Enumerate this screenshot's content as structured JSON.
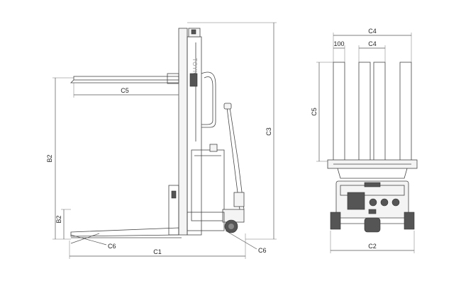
{
  "diagram": {
    "brand": "TOYICA",
    "side_view": {
      "labels": {
        "b2_top": "B2",
        "b2_bottom": "B2",
        "c5": "C5",
        "c3": "C3",
        "c1": "C1",
        "c6_left": "C6",
        "c6_right": "C6"
      }
    },
    "front_view": {
      "labels": {
        "c4_top": "C4",
        "c4_mid": "C4",
        "w100": "100",
        "c5": "C5",
        "c2": "C2"
      }
    }
  }
}
